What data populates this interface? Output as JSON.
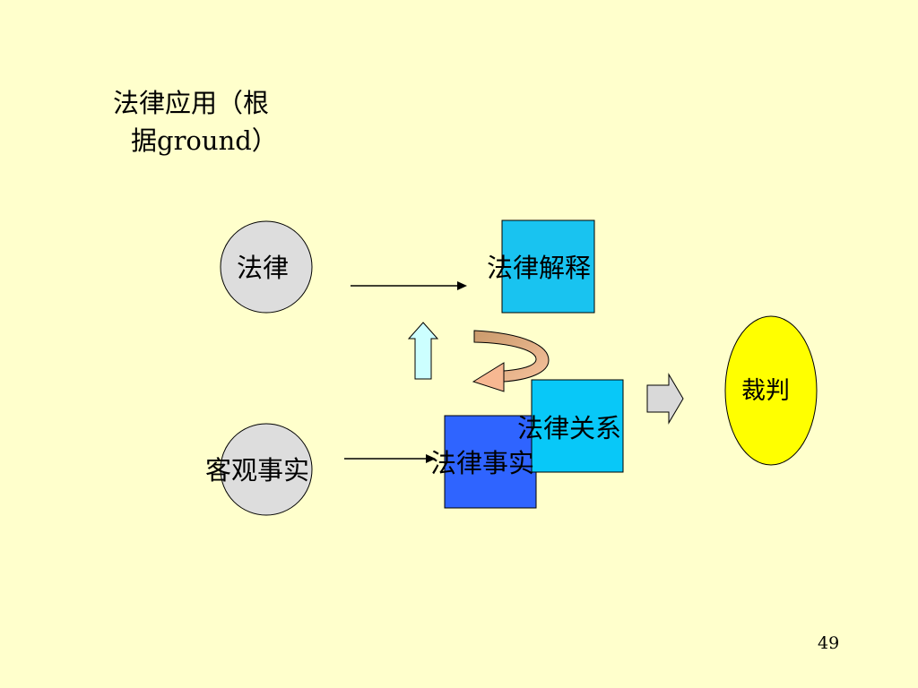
{
  "title": {
    "line1": "法律应用（根",
    "line2": "据ground）"
  },
  "nodes": {
    "law": "法律",
    "objective_facts": "客观事实",
    "legal_interpretation": "法律解释",
    "legal_facts": "法律事实",
    "legal_relation": "法律关系",
    "judgment": "裁判"
  },
  "colors": {
    "background": "#ffffcc",
    "circle_fill": "#dddddd",
    "interpretation_box": "#19c3f0",
    "facts_box": "#2f64ff",
    "relation_box": "#08c8f8",
    "judgment_fill": "#ffff00",
    "up_arrow_fill": "#ccffff",
    "curved_arrow_light": "#f5b58f",
    "curved_arrow_dark": "#c99a6b",
    "block_arrow_fill": "#d9d9d9"
  },
  "page_number": "49"
}
